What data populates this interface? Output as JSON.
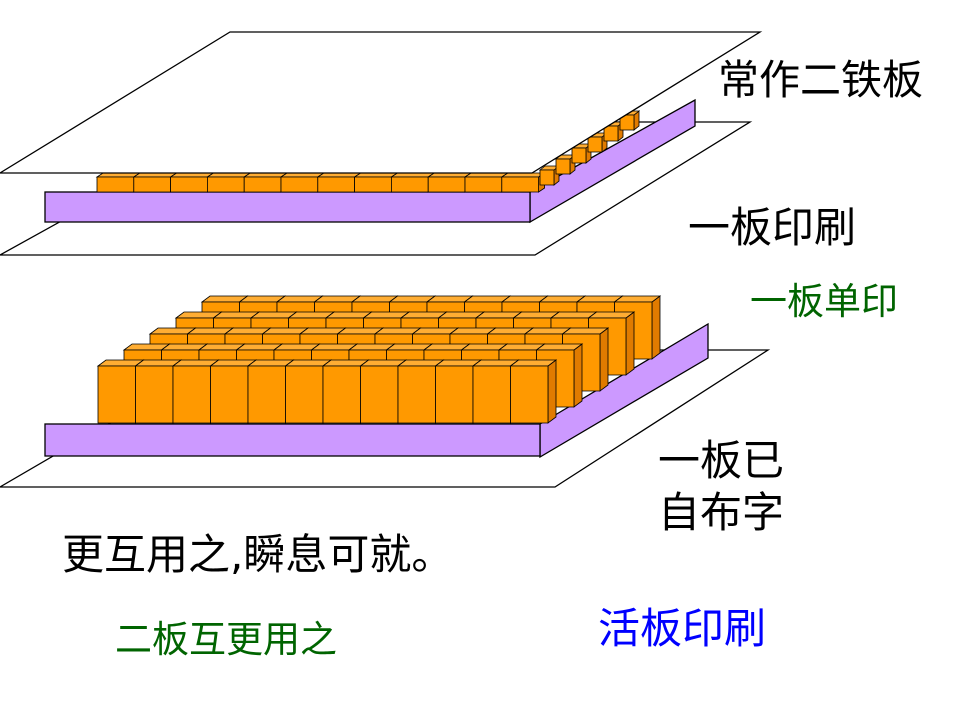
{
  "labels": {
    "iron_plate": "常作二铁板",
    "one_plate_printing": "一板印刷",
    "one_plate_single": "一板单印",
    "one_plate_line1": "一板已",
    "one_plate_line2": "自布字",
    "alternate_use": "更互用之,瞬息可就。",
    "two_plates": "二板互更用之",
    "movable_type": "活板印刷"
  },
  "colors": {
    "plate_fill": "#cc99ff",
    "type_fill": "#ff9900",
    "outline": "#000000",
    "text_black": "#000000",
    "text_green": "#006400",
    "text_blue": "#0000ff"
  }
}
